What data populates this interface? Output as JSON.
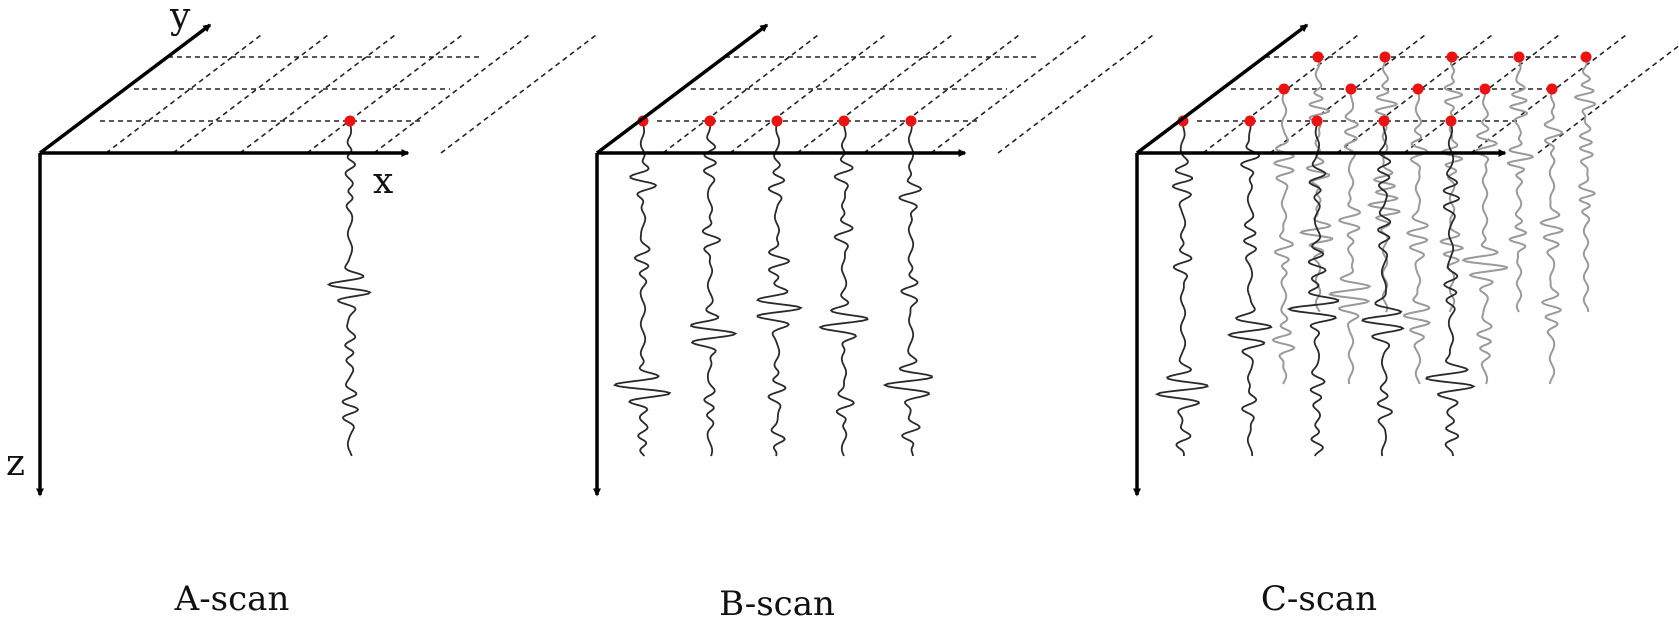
{
  "panels": [
    {
      "id": "a",
      "caption": "A-scan",
      "show_axis_labels": true,
      "traces": [
        {
          "row": 0,
          "col": 2,
          "profile": "a"
        }
      ]
    },
    {
      "id": "b",
      "caption": "B-scan",
      "show_axis_labels": false,
      "traces": [
        {
          "row": 0,
          "col": 0,
          "profile": "b0"
        },
        {
          "row": 0,
          "col": 1,
          "profile": "b1"
        },
        {
          "row": 0,
          "col": 2,
          "profile": "b2"
        },
        {
          "row": 0,
          "col": 3,
          "profile": "b3"
        },
        {
          "row": 0,
          "col": 4,
          "profile": "b4"
        }
      ]
    },
    {
      "id": "c",
      "caption": "C-scan",
      "show_axis_labels": false,
      "traces": [
        {
          "row": 2,
          "col": 1,
          "profile": "c0"
        },
        {
          "row": 2,
          "col": 2,
          "profile": "c1"
        },
        {
          "row": 2,
          "col": 3,
          "profile": "c2"
        },
        {
          "row": 2,
          "col": 4,
          "profile": "c3"
        },
        {
          "row": 2,
          "col": 5,
          "profile": "c4"
        },
        {
          "row": 1,
          "col": 1,
          "profile": "c5"
        },
        {
          "row": 1,
          "col": 2,
          "profile": "c6"
        },
        {
          "row": 1,
          "col": 3,
          "profile": "c7"
        },
        {
          "row": 1,
          "col": 4,
          "profile": "c8"
        },
        {
          "row": 1,
          "col": 5,
          "profile": "c9"
        },
        {
          "row": 0,
          "col": 0,
          "profile": "b0"
        },
        {
          "row": 0,
          "col": 1,
          "profile": "b1"
        },
        {
          "row": 0,
          "col": 2,
          "profile": "b2"
        },
        {
          "row": 0,
          "col": 3,
          "profile": "b3"
        },
        {
          "row": 0,
          "col": 4,
          "profile": "b4"
        }
      ]
    }
  ],
  "axis_labels": {
    "x": "x",
    "y": "y",
    "z": "z"
  },
  "colors": {
    "axis": "#000000",
    "grid": "#222222",
    "point": "#ee1111",
    "trace_front": "#2a2a2a",
    "trace_back": "#9a9a9a"
  }
}
